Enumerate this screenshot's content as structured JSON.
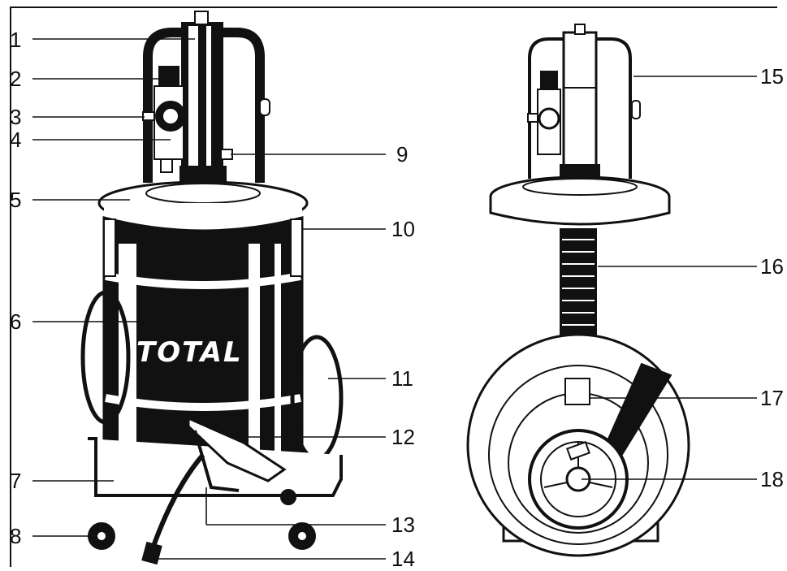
{
  "brand": {
    "logo_text": "TOTAL"
  },
  "callouts": [
    {
      "id": "c1",
      "label": "1"
    },
    {
      "id": "c2",
      "label": "2"
    },
    {
      "id": "c3",
      "label": "3"
    },
    {
      "id": "c4",
      "label": "4"
    },
    {
      "id": "c5",
      "label": "5"
    },
    {
      "id": "c6",
      "label": "6"
    },
    {
      "id": "c7",
      "label": "7"
    },
    {
      "id": "c8",
      "label": "8"
    },
    {
      "id": "c9",
      "label": "9"
    },
    {
      "id": "c10",
      "label": "10"
    },
    {
      "id": "c11",
      "label": "11"
    },
    {
      "id": "c12",
      "label": "12"
    },
    {
      "id": "c13",
      "label": "13"
    },
    {
      "id": "c14",
      "label": "14"
    },
    {
      "id": "c15",
      "label": "15"
    },
    {
      "id": "c16",
      "label": "16"
    },
    {
      "id": "c17",
      "label": "17"
    },
    {
      "id": "c18",
      "label": "18"
    }
  ],
  "colors": {
    "ink": "#111111",
    "paper": "#ffffff"
  }
}
